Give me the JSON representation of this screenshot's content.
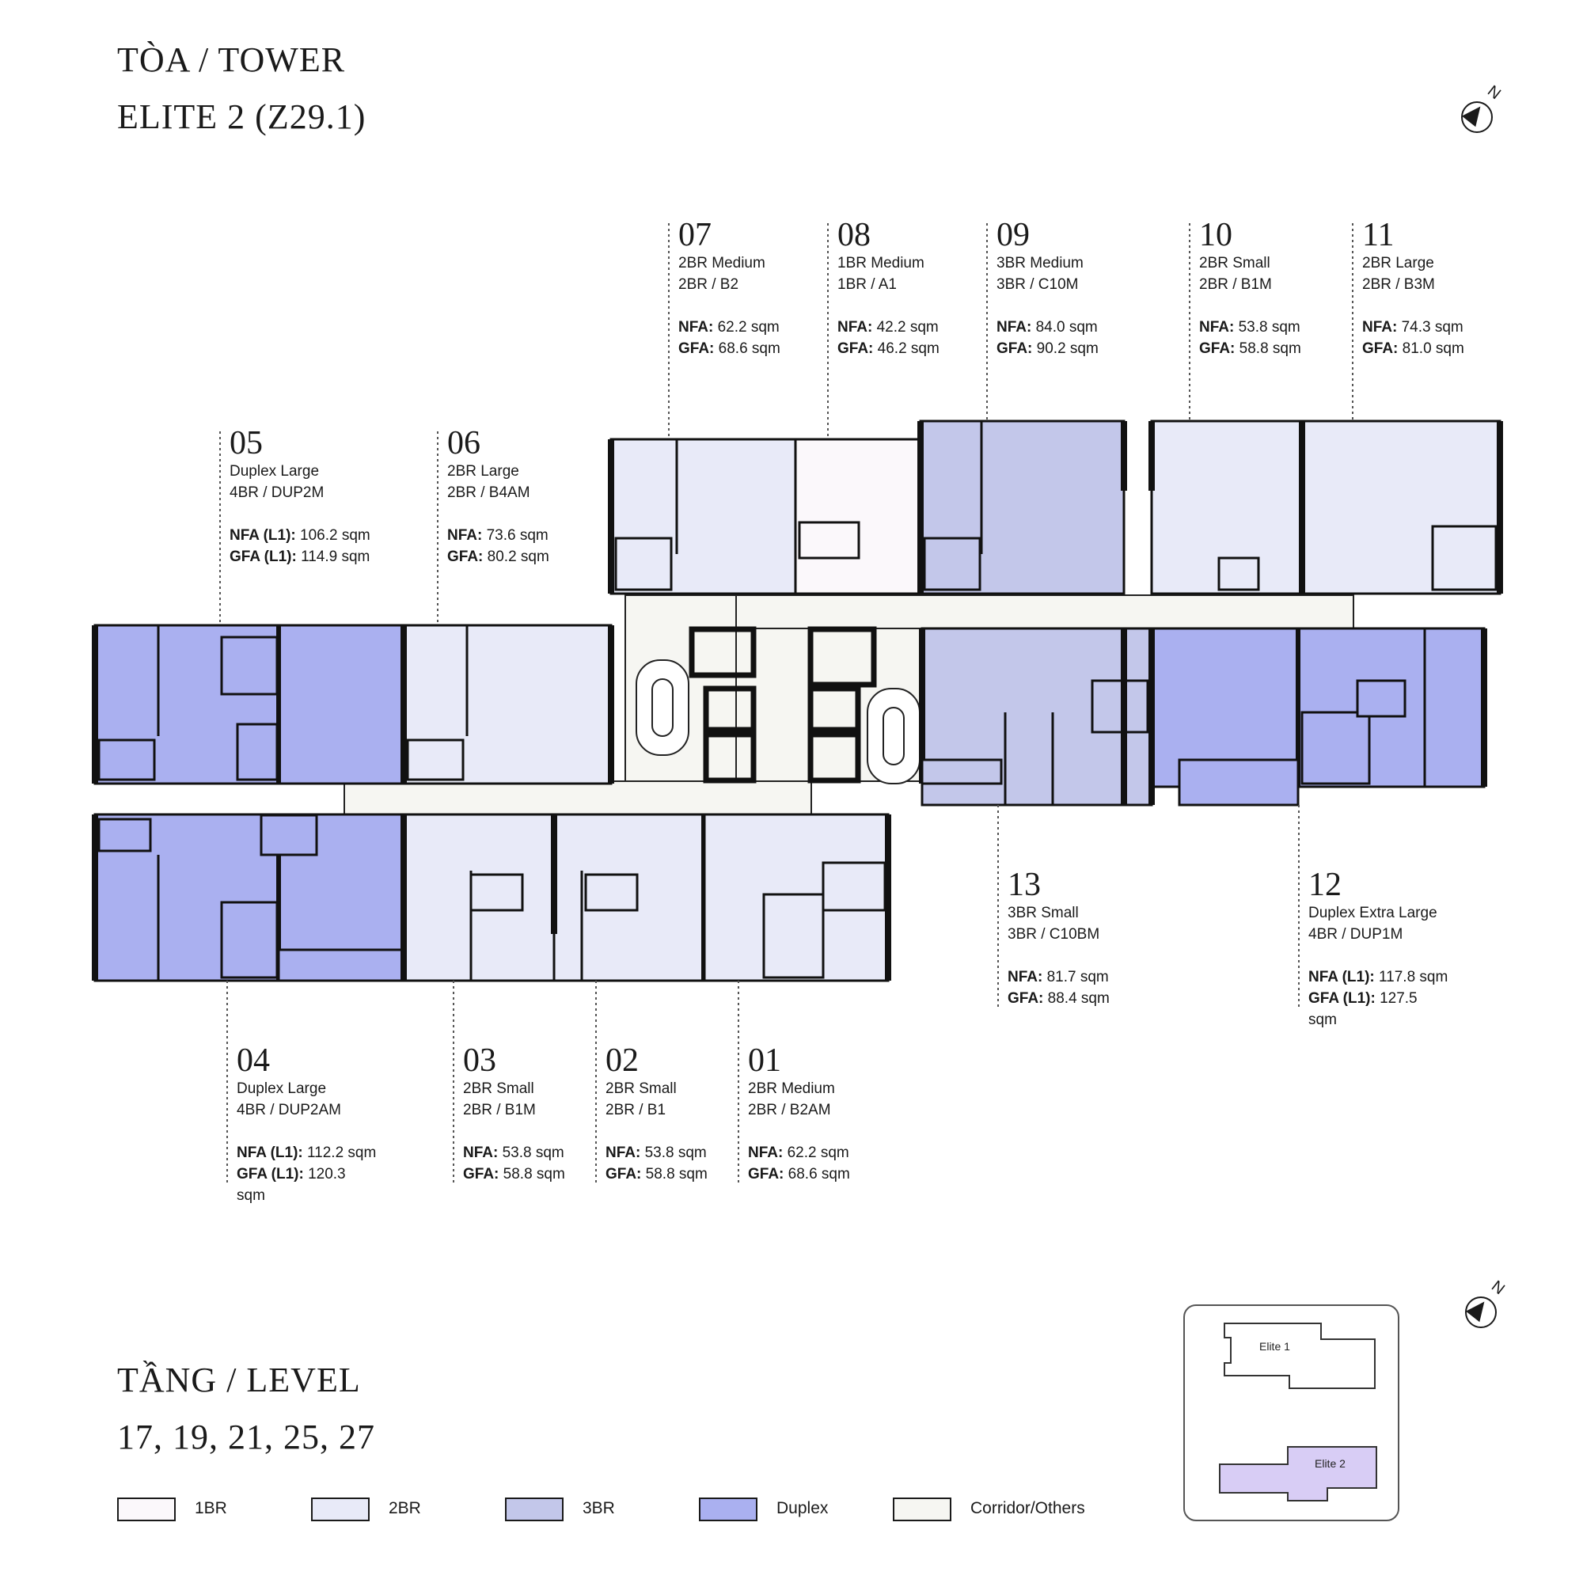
{
  "header": {
    "tower_line1": "TÒA / TOWER",
    "tower_line2": "ELITE 2 (Z29.1)"
  },
  "compass": {
    "north_label": "N"
  },
  "units": [
    {
      "num": "07",
      "type": "2BR Medium",
      "code": "2BR / B2",
      "nfa_label": "NFA:",
      "nfa": "62.2 sqm",
      "gfa_label": "GFA:",
      "gfa": "68.6 sqm"
    },
    {
      "num": "08",
      "type": "1BR Medium",
      "code": "1BR / A1",
      "nfa_label": "NFA:",
      "nfa": "42.2 sqm",
      "gfa_label": "GFA:",
      "gfa": "46.2 sqm"
    },
    {
      "num": "09",
      "type": "3BR Medium",
      "code": "3BR / C10M",
      "nfa_label": "NFA:",
      "nfa": "84.0 sqm",
      "gfa_label": "GFA:",
      "gfa": "90.2 sqm"
    },
    {
      "num": "10",
      "type": "2BR Small",
      "code": "2BR / B1M",
      "nfa_label": "NFA:",
      "nfa": "53.8 sqm",
      "gfa_label": "GFA:",
      "gfa": "58.8 sqm"
    },
    {
      "num": "11",
      "type": "2BR Large",
      "code": "2BR / B3M",
      "nfa_label": "NFA:",
      "nfa": "74.3 sqm",
      "gfa_label": "GFA:",
      "gfa": "81.0 sqm"
    },
    {
      "num": "05",
      "type": "Duplex Large",
      "code": "4BR / DUP2M",
      "nfa_label": "NFA (L1):",
      "nfa": "106.2 sqm",
      "gfa_label": "GFA (L1):",
      "gfa": "114.9 sqm"
    },
    {
      "num": "06",
      "type": "2BR Large",
      "code": "2BR / B4AM",
      "nfa_label": "NFA:",
      "nfa": "73.6 sqm",
      "gfa_label": "GFA:",
      "gfa": "80.2 sqm"
    },
    {
      "num": "13",
      "type": "3BR Small",
      "code": "3BR / C10BM",
      "nfa_label": "NFA:",
      "nfa": "81.7 sqm",
      "gfa_label": "GFA:",
      "gfa": "88.4 sqm"
    },
    {
      "num": "12",
      "type": "Duplex Extra Large",
      "code": "4BR / DUP1M",
      "nfa_label": "NFA (L1):",
      "nfa": "117.8 sqm",
      "gfa_label": "GFA (L1):",
      "gfa": "127.5 sqm"
    },
    {
      "num": "04",
      "type": "Duplex Large",
      "code": "4BR / DUP2AM",
      "nfa_label": "NFA (L1):",
      "nfa": "112.2 sqm",
      "gfa_label": "GFA (L1):",
      "gfa": "120.3 sqm"
    },
    {
      "num": "03",
      "type": "2BR Small",
      "code": "2BR / B1M",
      "nfa_label": "NFA:",
      "nfa": "53.8 sqm",
      "gfa_label": "GFA:",
      "gfa": "58.8 sqm"
    },
    {
      "num": "02",
      "type": "2BR Small",
      "code": "2BR / B1",
      "nfa_label": "NFA:",
      "nfa": "53.8 sqm",
      "gfa_label": "GFA:",
      "gfa": "58.8 sqm"
    },
    {
      "num": "01",
      "type": "2BR Medium",
      "code": "2BR / B2AM",
      "nfa_label": "NFA:",
      "nfa": "62.2 sqm",
      "gfa_label": "GFA:",
      "gfa": "68.6 sqm"
    }
  ],
  "level": {
    "line1": "TẦNG / LEVEL",
    "line2": "17, 19, 21, 25, 27"
  },
  "legend": [
    {
      "label": "1BR",
      "color": "#fbf8fb"
    },
    {
      "label": "2BR",
      "color": "#e8eaf8"
    },
    {
      "label": "3BR",
      "color": "#c3c7ea"
    },
    {
      "label": "Duplex",
      "color": "#aab0f0"
    },
    {
      "label": "Corridor/Others",
      "color": "#f6f6f2"
    }
  ],
  "keyplan": {
    "elite1_label": "Elite 1",
    "elite2_label": "Elite 2",
    "highlight_color": "#d8cdf5"
  }
}
